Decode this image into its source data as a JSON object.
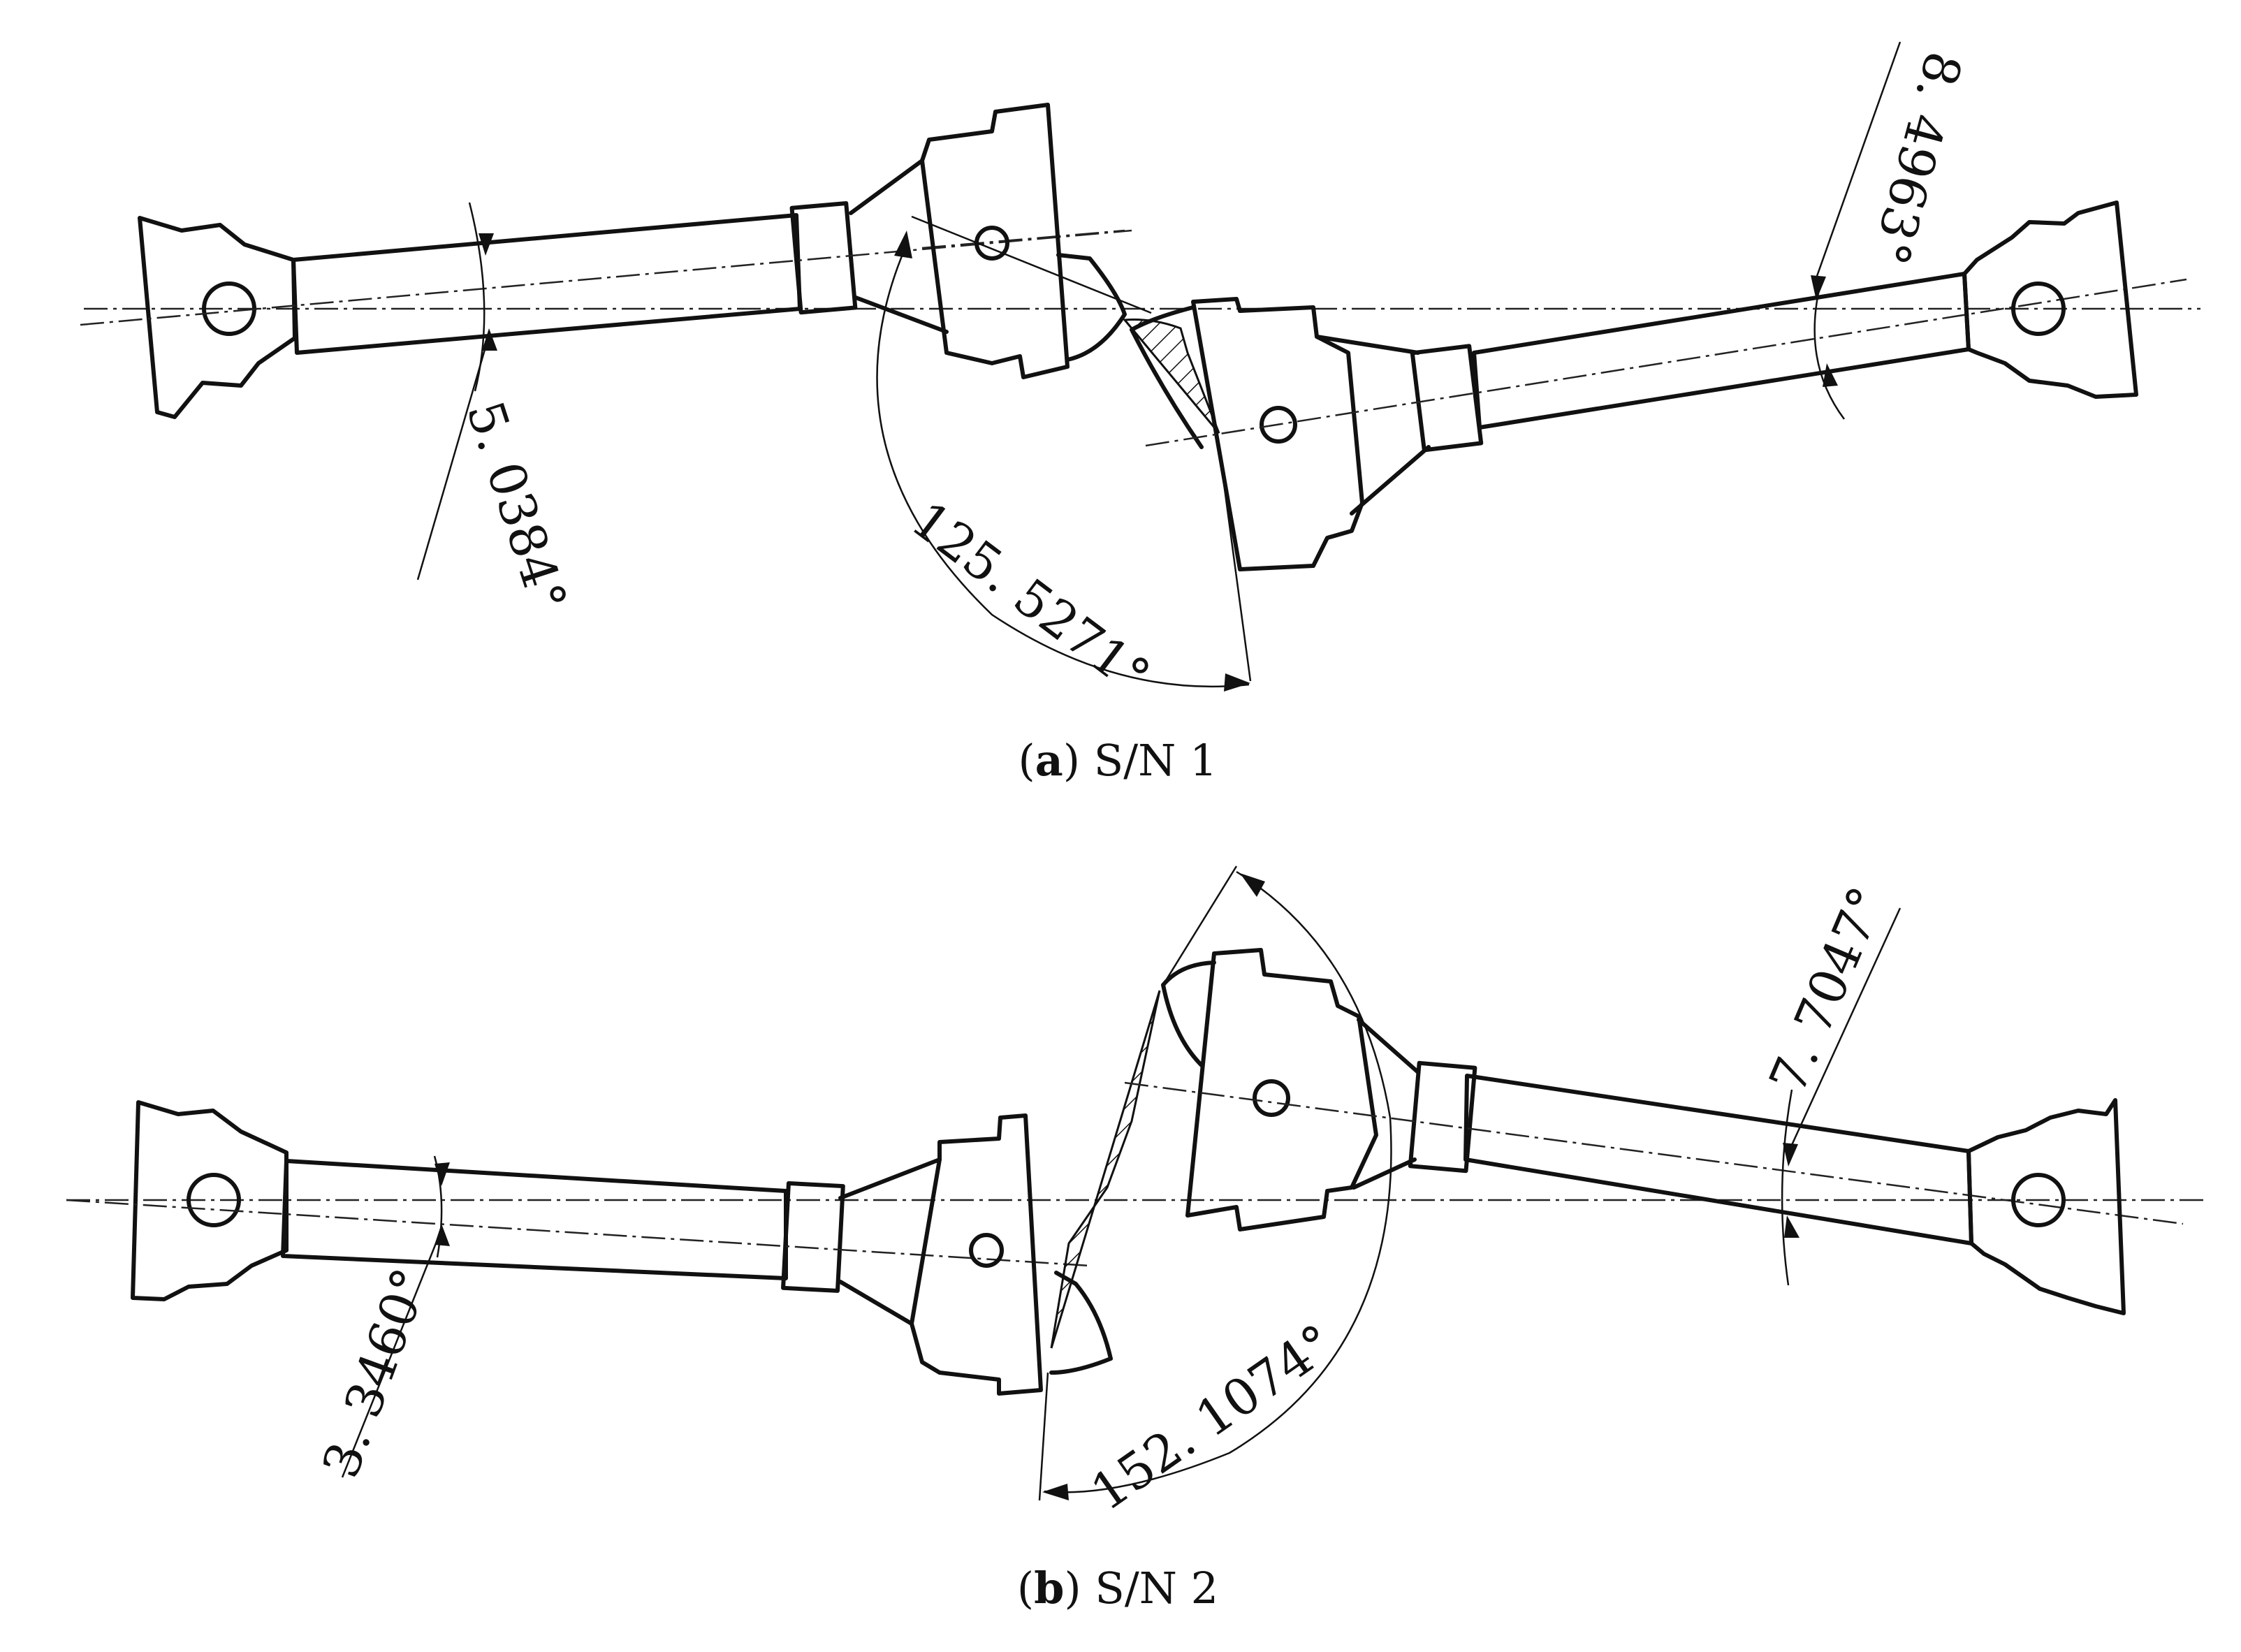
{
  "figure": {
    "panels": [
      {
        "id": "a",
        "caption_letter": "a",
        "caption_text": "S/N 1",
        "angles": [
          "5. 0384°",
          "125. 5271°",
          "8. 4963°"
        ]
      },
      {
        "id": "b",
        "caption_letter": "b",
        "caption_text": "S/N 2",
        "angles": [
          "3. 3460°",
          "152. 1074°",
          "7. 7047°"
        ]
      }
    ]
  },
  "colors": {
    "line": "#111111",
    "background": "#ffffff"
  }
}
